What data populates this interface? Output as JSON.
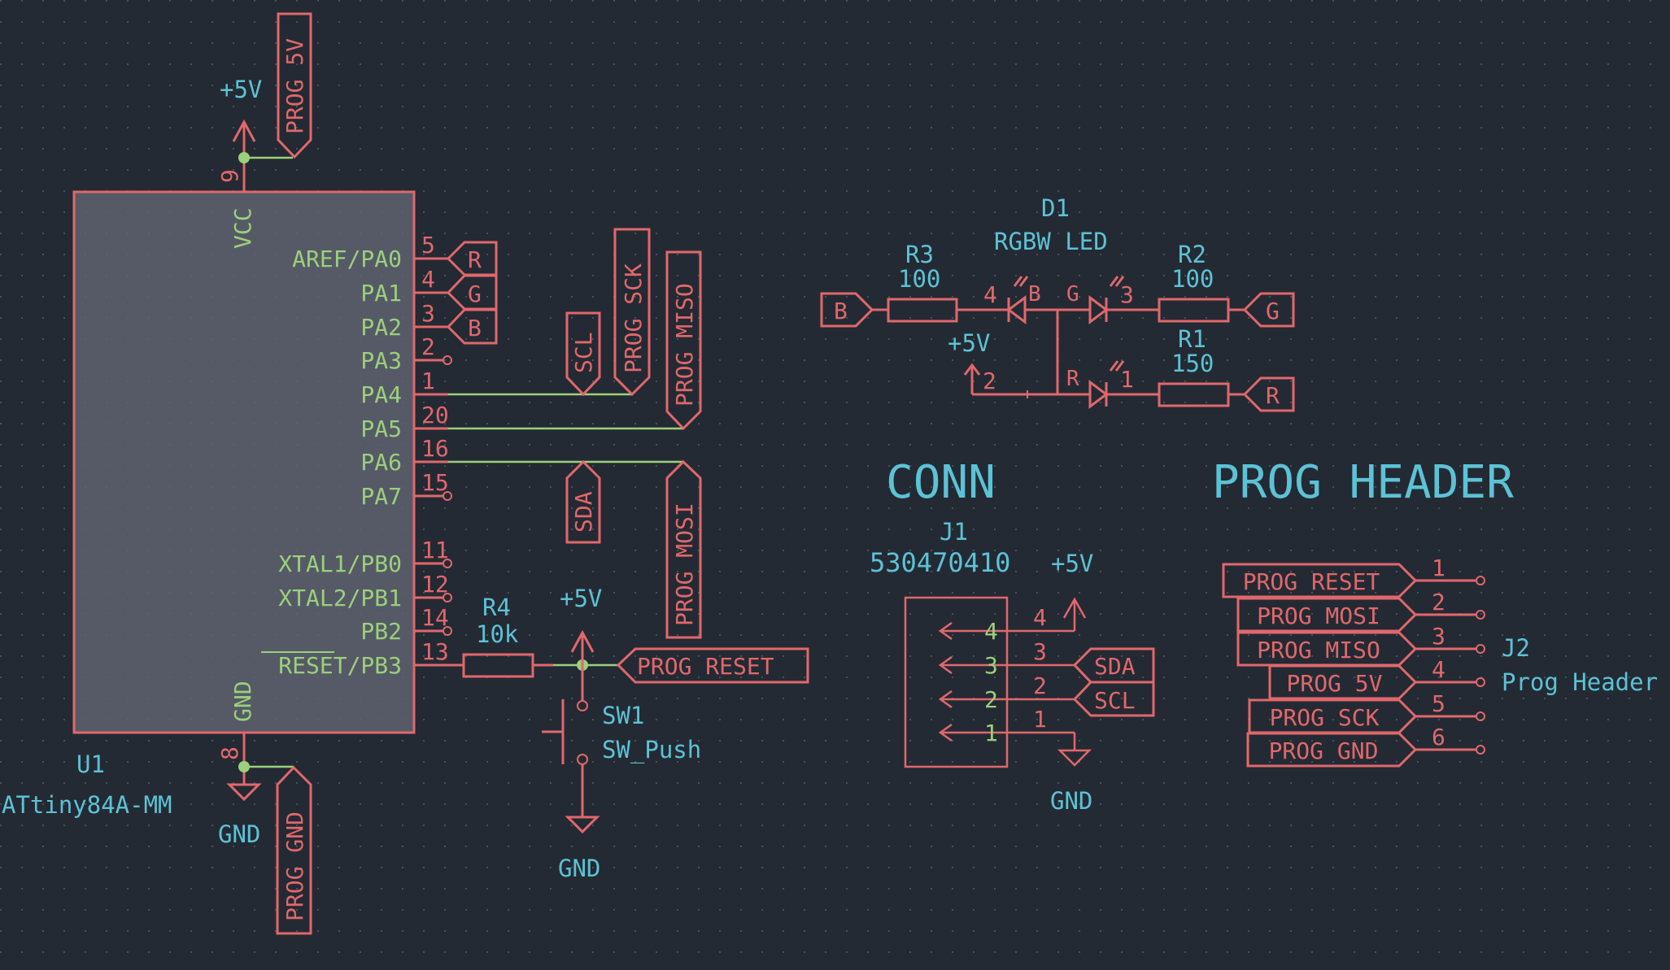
{
  "colors": {
    "background": "#242a33",
    "grid_dot": "#4b535f",
    "symbol": "#e0686c",
    "body_fill": "#5f6370",
    "wire": "#9bd07c",
    "pin_name": "#9bd07c",
    "ref_text": "#5cc2d6",
    "junction": "#9bd07c"
  },
  "power": {
    "plus5v": "+5V",
    "gnd": "GND"
  },
  "u1": {
    "ref": "U1",
    "value": "ATtiny84A-MM",
    "vcc_pin_name": "VCC",
    "vcc_pin_number": "9",
    "gnd_pin_name": "GND",
    "gnd_pin_number": "8",
    "pins": [
      {
        "name": "AREF/PA0",
        "number": "5"
      },
      {
        "name": "PA1",
        "number": "4"
      },
      {
        "name": "PA2",
        "number": "3"
      },
      {
        "name": "PA3",
        "number": "2"
      },
      {
        "name": "PA4",
        "number": "1"
      },
      {
        "name": "PA5",
        "number": "20"
      },
      {
        "name": "PA6",
        "number": "16"
      },
      {
        "name": "PA7",
        "number": "15"
      },
      {
        "name": "XTAL1/PB0",
        "number": "11"
      },
      {
        "name": "XTAL2/PB1",
        "number": "12"
      },
      {
        "name": "PB2",
        "number": "14"
      },
      {
        "name": "RESET/PB3",
        "number": "13"
      }
    ]
  },
  "labels": {
    "r": "R",
    "g": "G",
    "b": "B",
    "scl": "SCL",
    "sda": "SDA",
    "prog_5v": "PROG 5V",
    "prog_sck": "PROG SCK",
    "prog_miso": "PROG MISO",
    "prog_mosi": "PROG MOSI",
    "prog_reset": "PROG RESET",
    "prog_gnd": "PROG GND"
  },
  "r4": {
    "ref": "R4",
    "value": "10k"
  },
  "sw1": {
    "ref": "SW1",
    "value": "SW_Push"
  },
  "d1": {
    "ref": "D1",
    "value": "RGBW LED",
    "pin_b_num": "4",
    "pin_b_name": "B",
    "pin_g_name": "G",
    "pin_g_num": "3",
    "pin_r_name": "R",
    "pin_r_num": "1",
    "pin_common_num": "2"
  },
  "r3": {
    "ref": "R3",
    "value": "100"
  },
  "r2": {
    "ref": "R2",
    "value": "100"
  },
  "r1": {
    "ref": "R1",
    "value": "150"
  },
  "sections": {
    "conn": "CONN",
    "prog_header": "PROG HEADER"
  },
  "j1": {
    "ref": "J1",
    "value": "530470410",
    "pins": [
      "4",
      "3",
      "2",
      "1"
    ]
  },
  "j2": {
    "ref": "J2",
    "value": "Prog Header",
    "labels": [
      "PROG RESET",
      "PROG MOSI",
      "PROG MISO",
      "PROG 5V",
      "PROG SCK",
      "PROG GND"
    ],
    "pin_numbers": [
      "1",
      "2",
      "3",
      "4",
      "5",
      "6"
    ]
  }
}
